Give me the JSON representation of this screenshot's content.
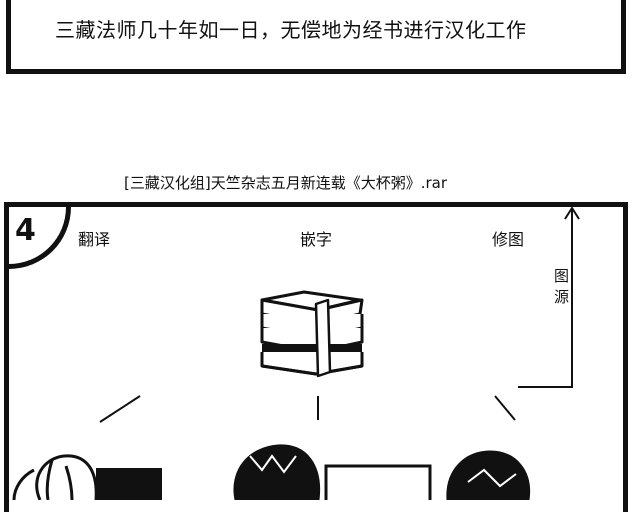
{
  "caption": {
    "text": "三藏法师几十年如一日，无偿地为经书进行汉化工作"
  },
  "panel": {
    "number": "4",
    "source_label": "图源",
    "filename": "[三藏汉化组]天竺杂志五月新连载《大杯粥》.rar",
    "roles": {
      "translate": "翻译",
      "typeset": "嵌字",
      "retouch": "修图"
    }
  }
}
